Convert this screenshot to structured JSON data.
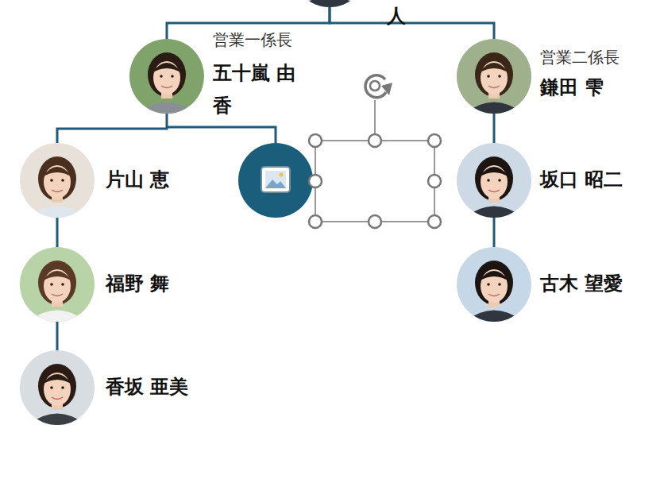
{
  "diagram": {
    "nodes": [
      {
        "text": [
          "人"
        ]
      },
      {
        "text": [
          "営業一係長",
          "五十嵐 由香"
        ]
      },
      {
        "text": [
          "営業二係長",
          "鎌田 雫"
        ]
      },
      {
        "text": [
          "片山 恵"
        ]
      },
      {
        "text": [
          "福野 舞"
        ]
      },
      {
        "text": [
          "香坂 亜美"
        ]
      },
      {
        "text": [
          "坂口 昭二"
        ]
      },
      {
        "text": [
          "古木 望愛"
        ]
      }
    ],
    "edges": [
      {
        "from": 0,
        "to": 1,
        "arrow": "none"
      },
      {
        "from": 0,
        "to": 2,
        "arrow": "none"
      },
      {
        "from": 1,
        "to": 3,
        "arrow": "none"
      },
      {
        "from": 3,
        "to": 4,
        "arrow": "none"
      },
      {
        "from": 4,
        "to": 5,
        "arrow": "none"
      },
      {
        "from": 2,
        "to": 6,
        "arrow": "none"
      },
      {
        "from": 6,
        "to": 7,
        "arrow": "none"
      }
    ]
  }
}
